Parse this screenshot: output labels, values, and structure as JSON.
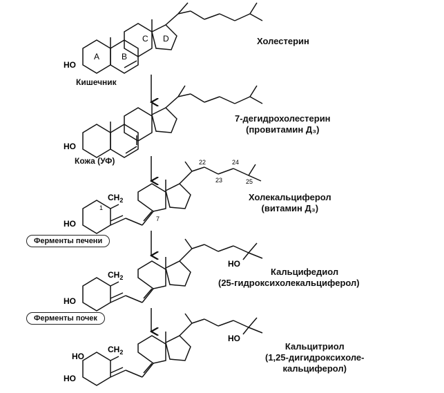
{
  "compounds": [
    {
      "name": "Холестерин"
    },
    {
      "name": "7-дегидрохолестерин",
      "subtitle": "(провитамин Д₃)"
    },
    {
      "name": "Холекальциферол",
      "subtitle": "(витамин Д₃)"
    },
    {
      "name": "Кальцифедиол",
      "subtitle": "(25-гидроксихолекальциферол)"
    },
    {
      "name": "Кальцитриол",
      "subtitle": "(1,25-дигидроксихоле-",
      "subtitle2": "кальциферол)"
    }
  ],
  "steps": [
    {
      "label": "Кишечник"
    },
    {
      "label": "Кожа (УФ)"
    },
    {
      "label": "Ферменты печени"
    },
    {
      "label": "Ферменты почек"
    }
  ],
  "ring_labels": [
    "A",
    "B",
    "C",
    "D"
  ],
  "atom_labels": {
    "ho": "HO",
    "ch2": "CH",
    "ch2_sub": "2",
    "oh": "HO"
  },
  "carbon_numbers": [
    "22",
    "24",
    "23",
    "25",
    "1",
    "7"
  ]
}
